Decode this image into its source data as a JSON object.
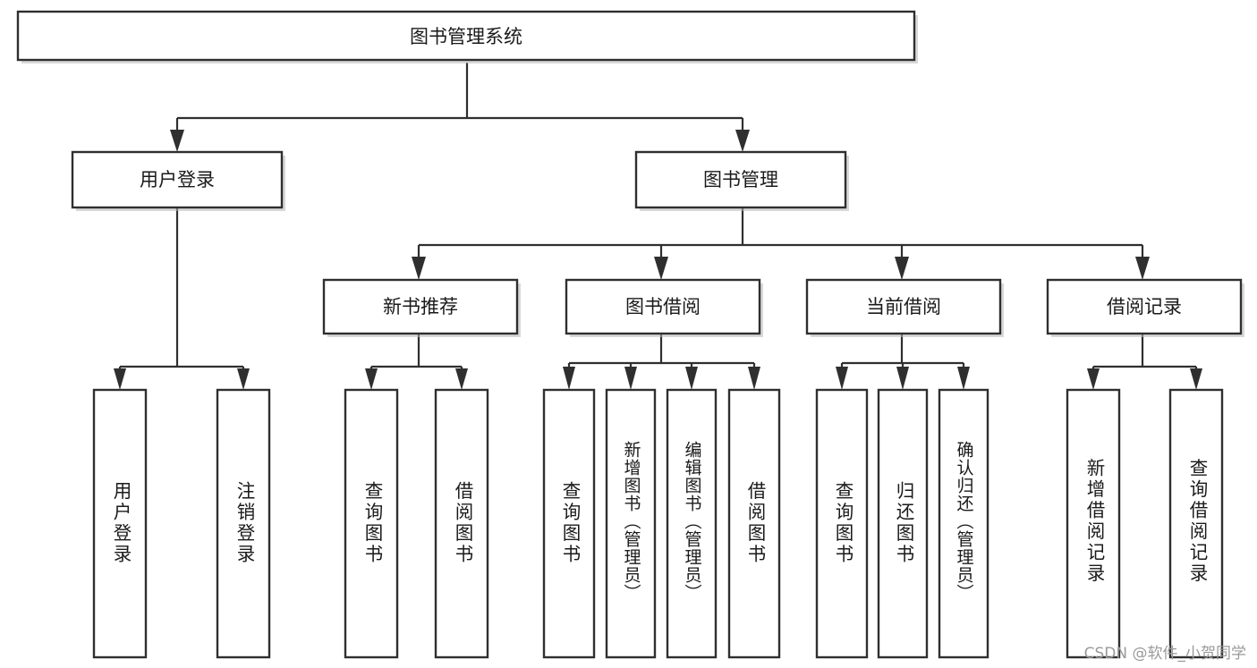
{
  "diagram": {
    "type": "tree",
    "title": "图书管理系统",
    "watermark": "CSDN @软件_小贺同学",
    "root": {
      "id": "root",
      "label": "图书管理系统"
    },
    "level2": [
      {
        "id": "user-login",
        "label": "用户登录"
      },
      {
        "id": "book-manage",
        "label": "图书管理"
      }
    ],
    "level3": [
      {
        "id": "new-book-recommend",
        "label": "新书推荐",
        "parent": "book-manage"
      },
      {
        "id": "book-borrow",
        "label": "图书借阅",
        "parent": "book-manage"
      },
      {
        "id": "current-borrow",
        "label": "当前借阅",
        "parent": "book-manage"
      },
      {
        "id": "borrow-record",
        "label": "借阅记录",
        "parent": "book-manage"
      }
    ],
    "leaves": [
      {
        "id": "leaf-user-login",
        "label": "用户登录",
        "parent": "user-login"
      },
      {
        "id": "leaf-user-logout",
        "label": "注销登录",
        "parent": "user-login"
      },
      {
        "id": "leaf-rec-query-book",
        "label": "查询图书",
        "parent": "new-book-recommend"
      },
      {
        "id": "leaf-rec-borrow-book",
        "label": "借阅图书",
        "parent": "new-book-recommend"
      },
      {
        "id": "leaf-bb-query-book",
        "label": "查询图书",
        "parent": "book-borrow"
      },
      {
        "id": "leaf-bb-add-book",
        "label": "新增图书（管理员）",
        "parent": "book-borrow"
      },
      {
        "id": "leaf-bb-edit-book",
        "label": "编辑图书（管理员）",
        "parent": "book-borrow"
      },
      {
        "id": "leaf-bb-borrow-book",
        "label": "借阅图书",
        "parent": "book-borrow"
      },
      {
        "id": "leaf-cb-query-book",
        "label": "查询图书",
        "parent": "current-borrow"
      },
      {
        "id": "leaf-cb-return-book",
        "label": "归还图书",
        "parent": "current-borrow"
      },
      {
        "id": "leaf-cb-confirm-return",
        "label": "确认归还（管理员）",
        "parent": "current-borrow"
      },
      {
        "id": "leaf-br-add-record",
        "label": "新增借阅记录",
        "parent": "borrow-record"
      },
      {
        "id": "leaf-br-query-record",
        "label": "查询借阅记录",
        "parent": "borrow-record"
      }
    ],
    "colors": {
      "stroke": "#2f2f2f",
      "fill": "#ffffff",
      "text": "#1a1a1a",
      "watermark": "#9a9a9a"
    }
  }
}
